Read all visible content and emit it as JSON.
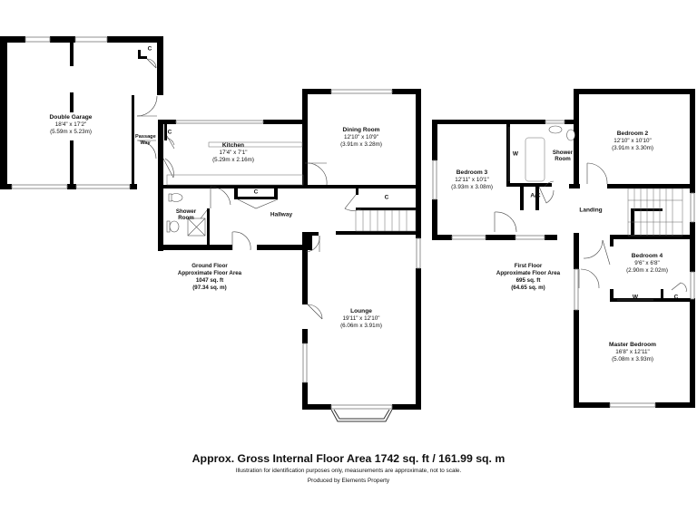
{
  "ground_floor": {
    "rooms": [
      {
        "name": "Double Garage",
        "imperial": "18'4\" x 17'2\"",
        "metric": "(5.59m x 5.23m)"
      },
      {
        "name": "Kitchen",
        "imperial": "17'4\" x 7'1\"",
        "metric": "(5.29m x 2.16m)"
      },
      {
        "name": "Dining Room",
        "imperial": "12'10\" x 10'9\"",
        "metric": "(3.91m x 3.28m)"
      },
      {
        "name": "Lounge",
        "imperial": "19'11\" x 12'10\"",
        "metric": "(6.06m x 3.91m)"
      }
    ],
    "labels": {
      "passage": "Passage Way",
      "shower_room": "Shower Room",
      "hallway": "Hallway",
      "cupboard": "C"
    },
    "area": {
      "title": "Ground Floor",
      "subtitle": "Approximate Floor Area",
      "sqft": "1047 sq. ft",
      "sqm": "(97.34 sq. m)"
    }
  },
  "first_floor": {
    "rooms": [
      {
        "name": "Bedroom 3",
        "imperial": "12'11\" x 10'1\"",
        "metric": "(3.93m x 3.08m)"
      },
      {
        "name": "Bedroom 2",
        "imperial": "12'10\" x 10'10\"",
        "metric": "(3.91m x 3.30m)"
      },
      {
        "name": "Bedroom 4",
        "imperial": "9'6\" x 6'8\"",
        "metric": "(2.90m x 2.02m)"
      },
      {
        "name": "Master Bedroom",
        "imperial": "16'8\" x 12'11\"",
        "metric": "(5.08m x 3.93m)"
      }
    ],
    "labels": {
      "shower_room": "Shower Room",
      "landing": "Landing",
      "airing_cupboard": "A/C",
      "wardrobe": "W",
      "cupboard": "C"
    },
    "area": {
      "title": "First Floor",
      "subtitle": "Approximate Floor Area",
      "sqft": "695 sq. ft",
      "sqm": "(64.65 sq. m)"
    }
  },
  "footer": {
    "total": "Approx. Gross Internal Floor Area 1742 sq. ft / 161.99 sq. m",
    "disclaimer": "Illustration for identification purposes only, measurements are approximate, not to scale.",
    "credit": "Produced by Elements Property"
  },
  "colors": {
    "wall": "#000000",
    "fixture": "#7a7a7a",
    "window": "#9a9a9a"
  }
}
